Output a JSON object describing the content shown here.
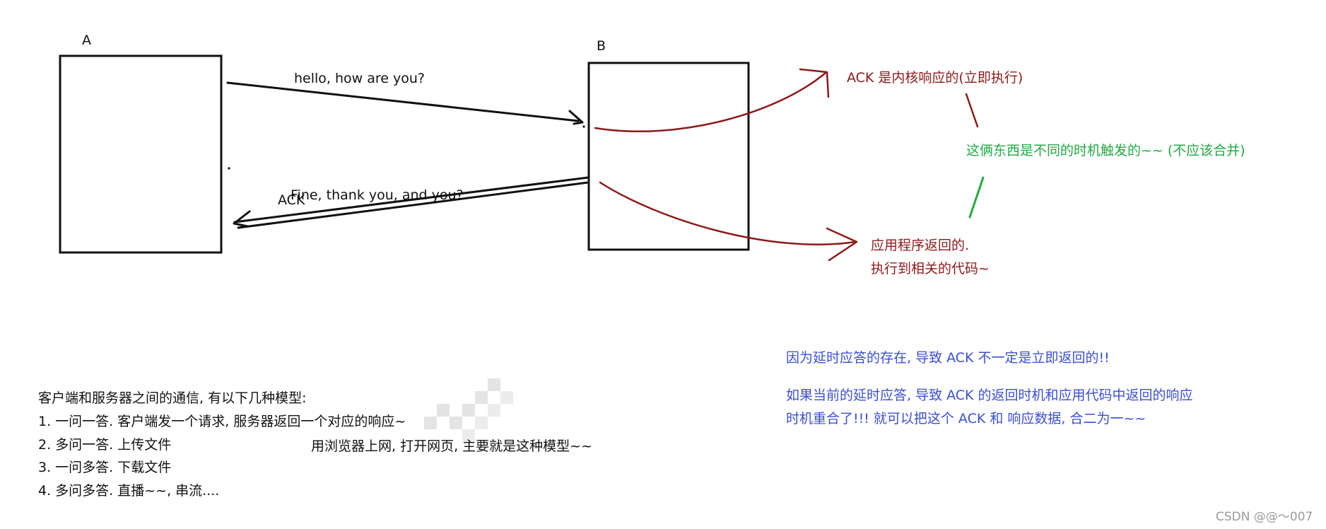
{
  "diagram": {
    "node_a_label": "A",
    "node_b_label": "B",
    "msg_hello": "hello, how are you?",
    "msg_fine": "Fine, thank you, and you?",
    "msg_ack": "ACK",
    "note_ack_kernel": "ACK 是内核响应的(立即执行)",
    "note_app_return_1": "应用程序返回的.",
    "note_app_return_2": "执行到相关的代码~",
    "note_different_triggers": "这俩东西是不同的时机触发的~~ (不应该合并)"
  },
  "models": {
    "intro": "客户端和服务器之间的通信, 有以下几种模型:",
    "items": [
      "1. 一问一答. 客户端发一个请求, 服务器返回一个对应的响应~",
      "2. 多问一答. 上传文件",
      "3. 一问多答. 下载文件",
      "4. 多问多答. 直播~~, 串流...."
    ],
    "browser_note": "用浏览器上网, 打开网页, 主要就是这种模型~~"
  },
  "delayed_ack": {
    "line1": "因为延时应答的存在, 导致 ACK 不一定是立即返回的!!",
    "line2": "如果当前的延时应答, 导致 ACK 的返回时机和应用代码中返回的响应",
    "line3": "时机重合了!!! 就可以把这个 ACK 和 响应数据, 合二为一~~"
  },
  "watermark": "CSDN @@～007",
  "colors": {
    "ink": "#111111",
    "red": "#8b1a1a",
    "green": "#22aa44",
    "blue": "#3b4fd0"
  }
}
